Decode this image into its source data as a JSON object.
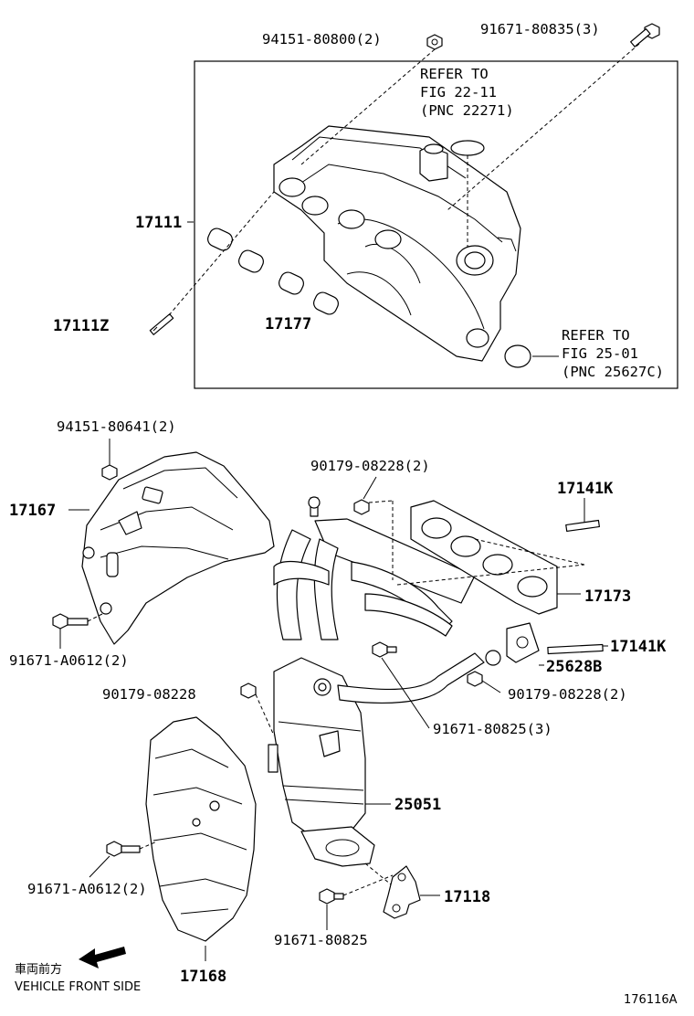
{
  "callouts": {
    "p_94151_80800": "94151-80800(2)",
    "p_91671_80835": "91671-80835(3)",
    "p_17111": "17111",
    "p_17111z": "17111Z",
    "p_17177": "17177",
    "p_94151_80641": "94151-80641(2)",
    "p_17167": "17167",
    "p_91671_a0612_top": "91671-A0612(2)",
    "p_90179_08228_2_top": "90179-08228(2)",
    "p_17141k_top": "17141K",
    "p_17173": "17173",
    "p_17141k_right": "17141K",
    "p_25628b": "25628B",
    "p_90179_08228": "90179-08228",
    "p_90179_08228_2_right": "90179-08228(2)",
    "p_91671_80825_3": "91671-80825(3)",
    "p_25051": "25051",
    "p_91671_a0612_bottom": "91671-A0612(2)",
    "p_17118": "17118",
    "p_91671_80825": "91671-80825",
    "p_17168": "17168"
  },
  "refs": {
    "ref1": {
      "line1": "REFER TO",
      "line2": "FIG 22-11",
      "line3": "(PNC 22271)"
    },
    "ref2": {
      "line1": "REFER TO",
      "line2": "FIG 25-01",
      "line3": "(PNC 25627C)"
    }
  },
  "footer": {
    "vehicle_front_jp": "車両前方",
    "vehicle_front_en": "VEHICLE FRONT SIDE",
    "figure_id": "176116A"
  }
}
